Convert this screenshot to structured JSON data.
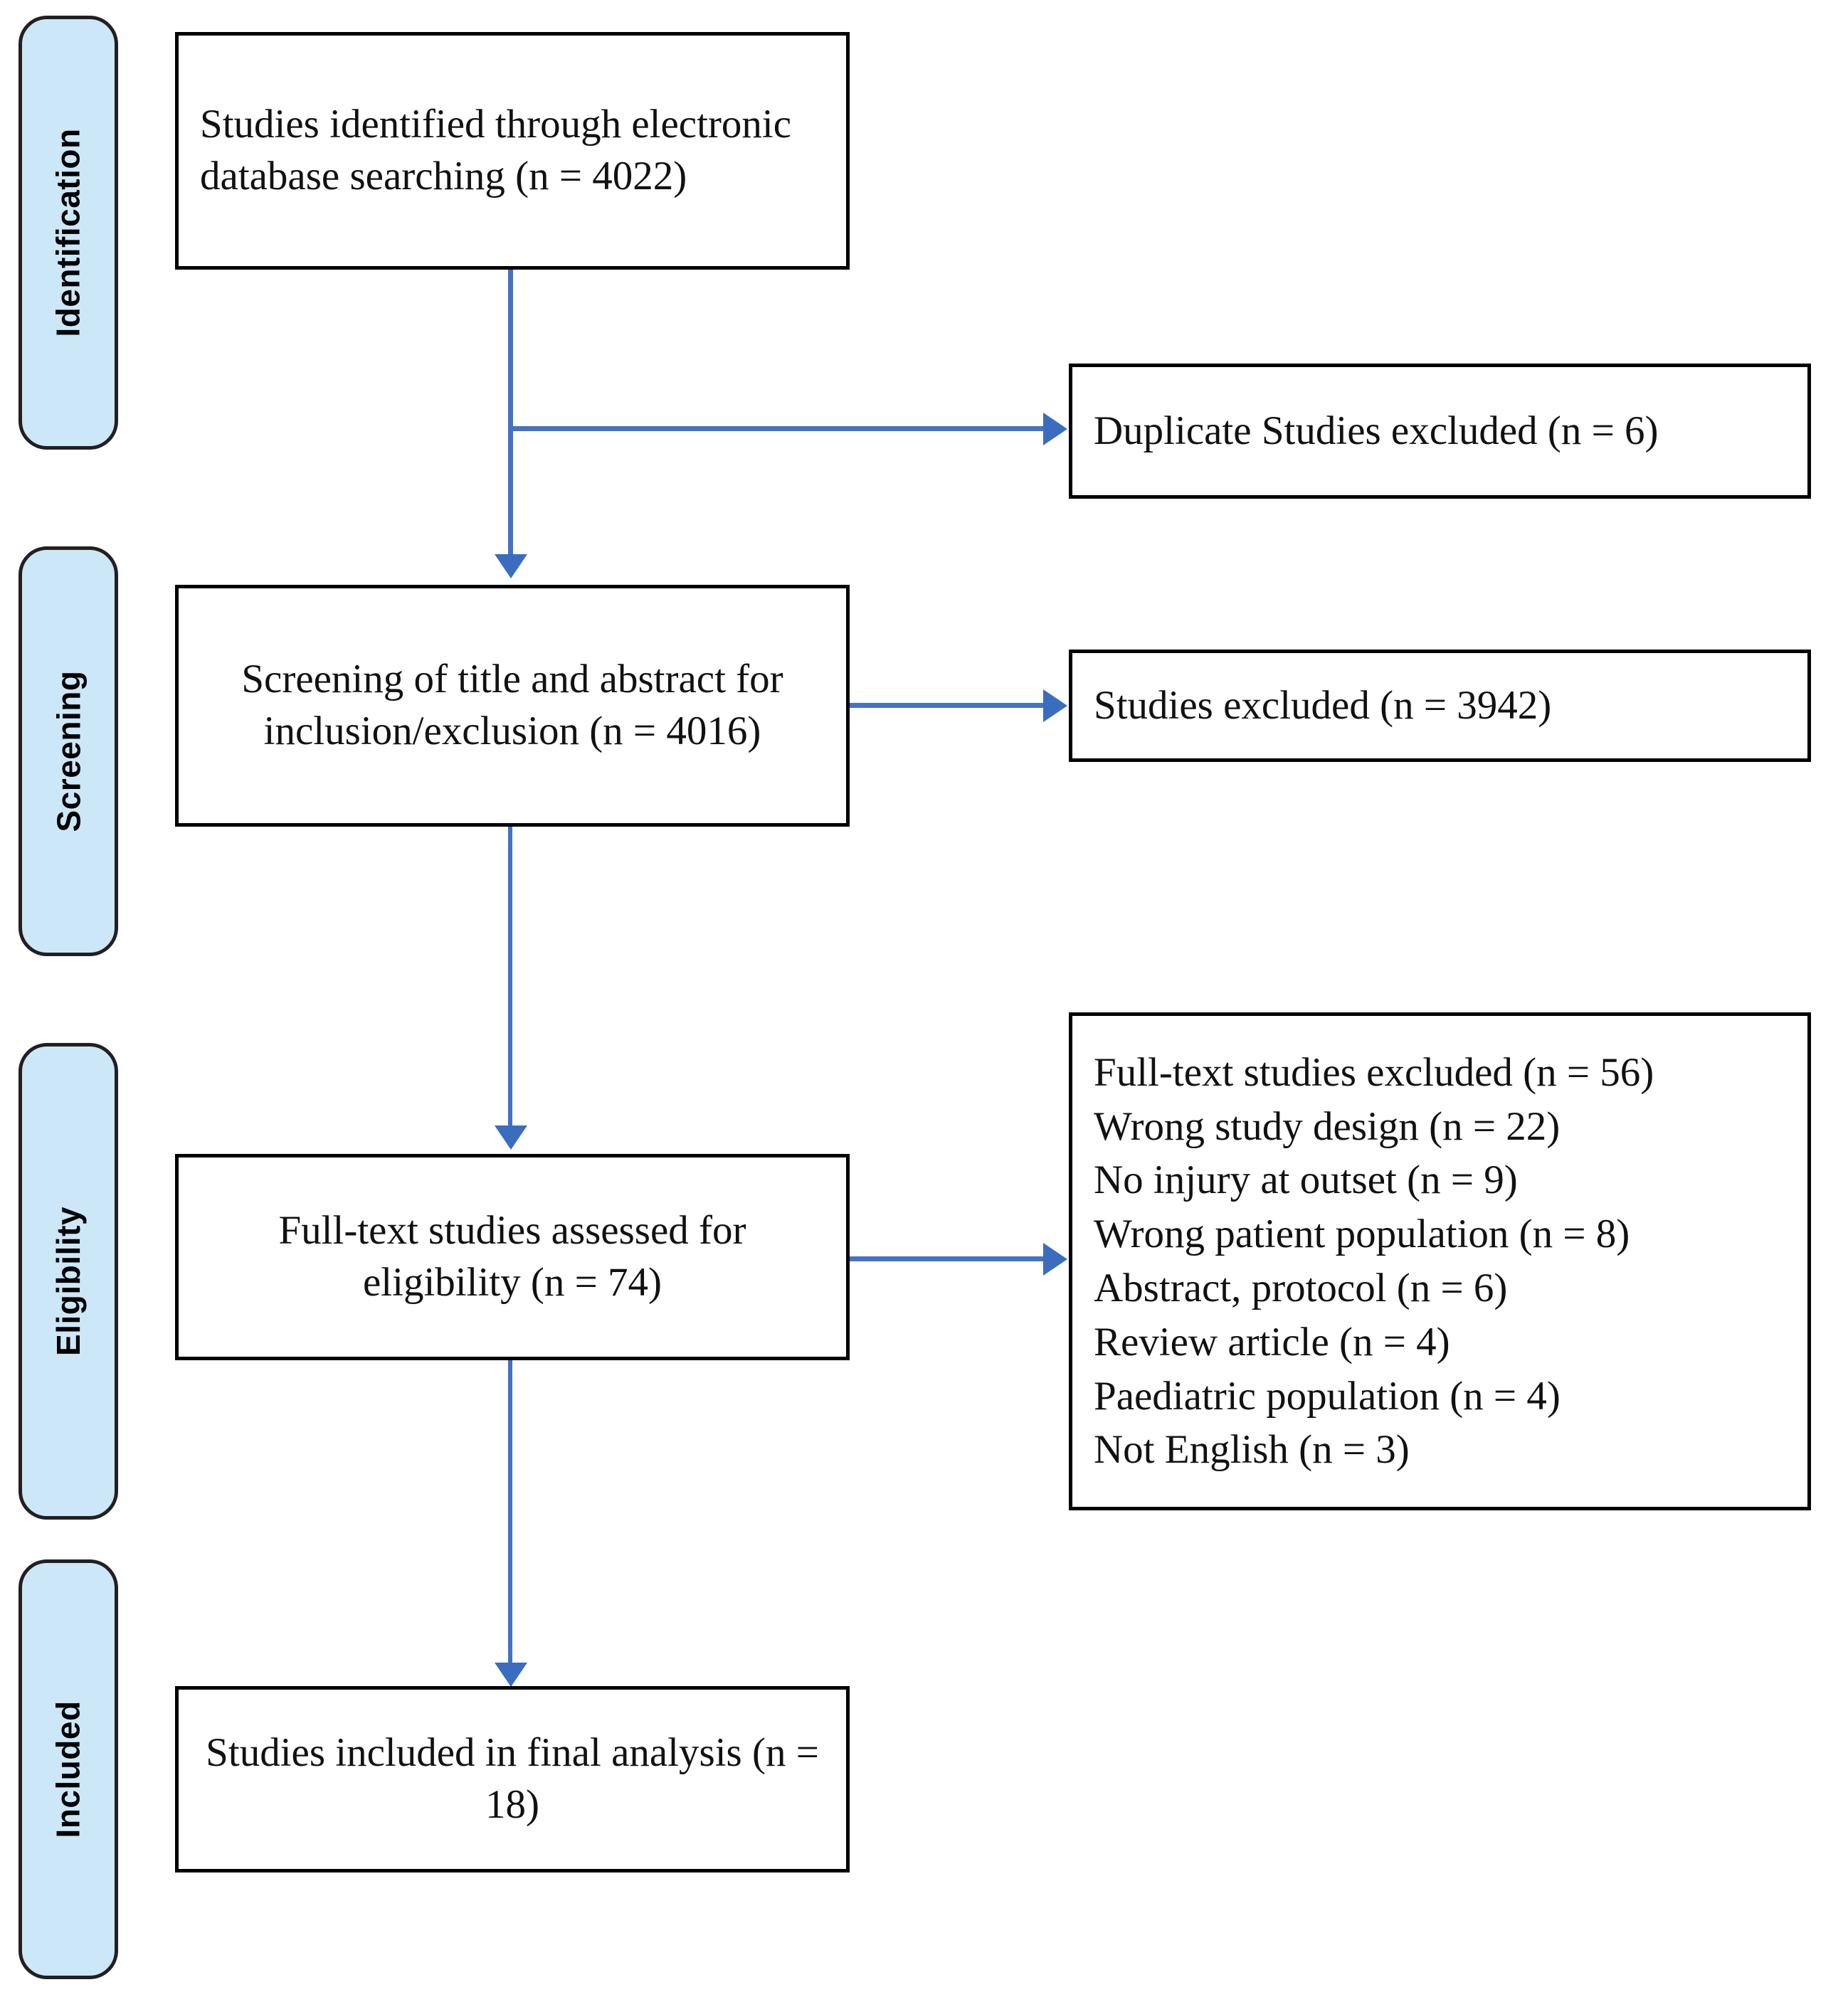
{
  "diagram": {
    "type": "prisma-flow-diagram",
    "title": "PRISMA study selection flow diagram",
    "accent_color": "#4472C4",
    "pill_fill_color": "#CCE7F8",
    "pill_border_color": "#231F20",
    "box_border_color": "#000000",
    "text_color": "#111111"
  },
  "stages": [
    {
      "id": "identification",
      "label": "Identification"
    },
    {
      "id": "screening",
      "label": "Screening"
    },
    {
      "id": "eligibility",
      "label": "Eligibility"
    },
    {
      "id": "included",
      "label": "Included"
    }
  ],
  "boxes": {
    "identified": {
      "id": "studies-identified",
      "text": "Studies identified through electronic database searching (n = 4022)",
      "n": 4022
    },
    "duplicates_excluded": {
      "id": "duplicate-studies-excluded",
      "text": "Duplicate Studies excluded (n = 6)",
      "n": 6
    },
    "screening": {
      "id": "screening-title-abstract",
      "text": "Screening of title and abstract for inclusion/exclusion (n = 4016)",
      "n": 4016
    },
    "studies_excluded": {
      "id": "studies-excluded",
      "text": "Studies excluded (n = 3942)",
      "n": 3942
    },
    "fulltext_assessed": {
      "id": "full-text-assessed",
      "text": "Full-text studies assessed for eligibility (n = 74)",
      "n": 74
    },
    "fulltext_excluded": {
      "id": "full-text-studies-excluded",
      "heading": "Full-text studies excluded (n = 56)",
      "n": 56,
      "reasons": [
        {
          "label": "Wrong study design (n = 22)",
          "n": 22
        },
        {
          "label": "No injury at outset (n = 9)",
          "n": 9
        },
        {
          "label": "Wrong patient population (n = 8)",
          "n": 8
        },
        {
          "label": "Abstract, protocol (n = 6)",
          "n": 6
        },
        {
          "label": "Review article (n = 4)",
          "n": 4
        },
        {
          "label": "Paediatric population (n = 4)",
          "n": 4
        },
        {
          "label": "Not English (n = 3)",
          "n": 3
        }
      ]
    },
    "included_final": {
      "id": "studies-included-final",
      "text": "Studies included in final analysis (n = 18)",
      "n": 18
    }
  },
  "chart_data": {
    "type": "flowchart",
    "title": "PRISMA study selection flow",
    "nodes": [
      {
        "id": "identified",
        "stage": "Identification",
        "label": "Studies identified through electronic database searching (n = 4022)",
        "n": 4022
      },
      {
        "id": "duplicates_excluded",
        "stage": "Identification",
        "label": "Duplicate Studies excluded (n = 6)",
        "n": 6
      },
      {
        "id": "screening",
        "stage": "Screening",
        "label": "Screening of title and abstract for inclusion/exclusion (n = 4016)",
        "n": 4016
      },
      {
        "id": "studies_excluded",
        "stage": "Screening",
        "label": "Studies excluded (n = 3942)",
        "n": 3942
      },
      {
        "id": "fulltext_assessed",
        "stage": "Eligibility",
        "label": "Full-text studies assessed for eligibility (n = 74)",
        "n": 74
      },
      {
        "id": "fulltext_excluded",
        "stage": "Eligibility",
        "label": "Full-text studies excluded (n = 56)",
        "n": 56
      },
      {
        "id": "included_final",
        "stage": "Included",
        "label": "Studies included in final analysis (n = 18)",
        "n": 18
      }
    ],
    "edges": [
      {
        "from": "identified",
        "to": "duplicates_excluded",
        "direction": "right"
      },
      {
        "from": "identified",
        "to": "screening",
        "direction": "down"
      },
      {
        "from": "screening",
        "to": "studies_excluded",
        "direction": "right"
      },
      {
        "from": "screening",
        "to": "fulltext_assessed",
        "direction": "down"
      },
      {
        "from": "fulltext_assessed",
        "to": "fulltext_excluded",
        "direction": "right"
      },
      {
        "from": "fulltext_assessed",
        "to": "included_final",
        "direction": "down"
      }
    ]
  }
}
